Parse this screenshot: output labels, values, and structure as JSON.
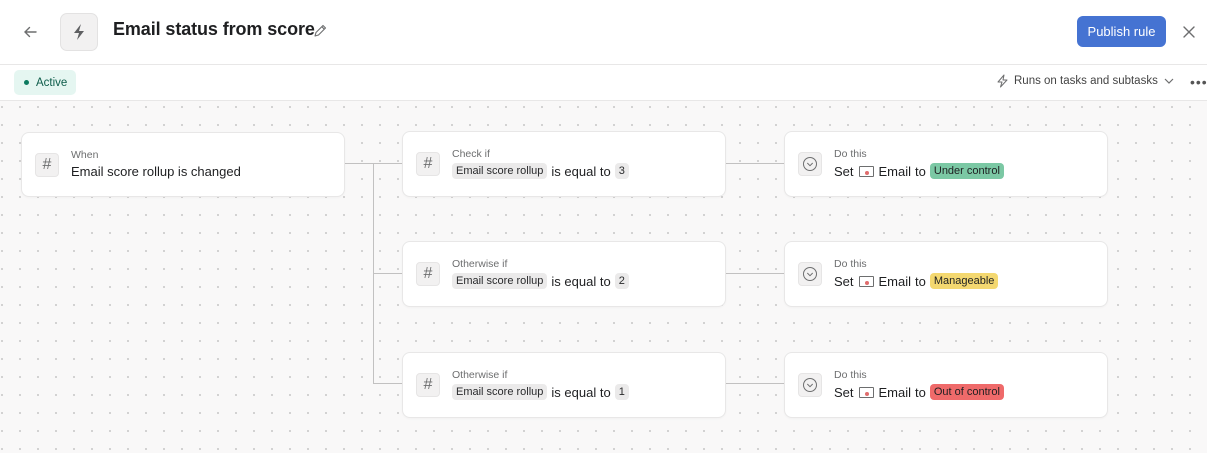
{
  "header": {
    "back_icon": "arrow-left-icon",
    "rule_icon": "lightning-icon",
    "title": "Email status from score",
    "edit_icon": "pencil-icon",
    "publish_label": "Publish rule",
    "close_icon": "close-icon"
  },
  "subbar": {
    "status": "Active",
    "runs_on_icon": "lightning-outline-icon",
    "runs_on_label": "Runs on tasks and subtasks",
    "more_icon": "more-horizontal-icon"
  },
  "trigger": {
    "label": "When",
    "text": "Email score rollup is changed"
  },
  "conditions": [
    {
      "label": "Check if",
      "field": "Email score rollup",
      "operator": "is equal to",
      "value": "3"
    },
    {
      "label": "Otherwise if",
      "field": "Email score rollup",
      "operator": "is equal to",
      "value": "2"
    },
    {
      "label": "Otherwise if",
      "field": "Email score rollup",
      "operator": "is equal to",
      "value": "1"
    }
  ],
  "actions": [
    {
      "label": "Do this",
      "prefix": "Set",
      "field": "Email",
      "to": "to",
      "option": "Under control",
      "color": "#7bc8a4"
    },
    {
      "label": "Do this",
      "prefix": "Set",
      "field": "Email",
      "to": "to",
      "option": "Manageable",
      "color": "#f4d870"
    },
    {
      "label": "Do this",
      "prefix": "Set",
      "field": "Email",
      "to": "to",
      "option": "Out of control",
      "color": "#ef6a6a"
    }
  ]
}
